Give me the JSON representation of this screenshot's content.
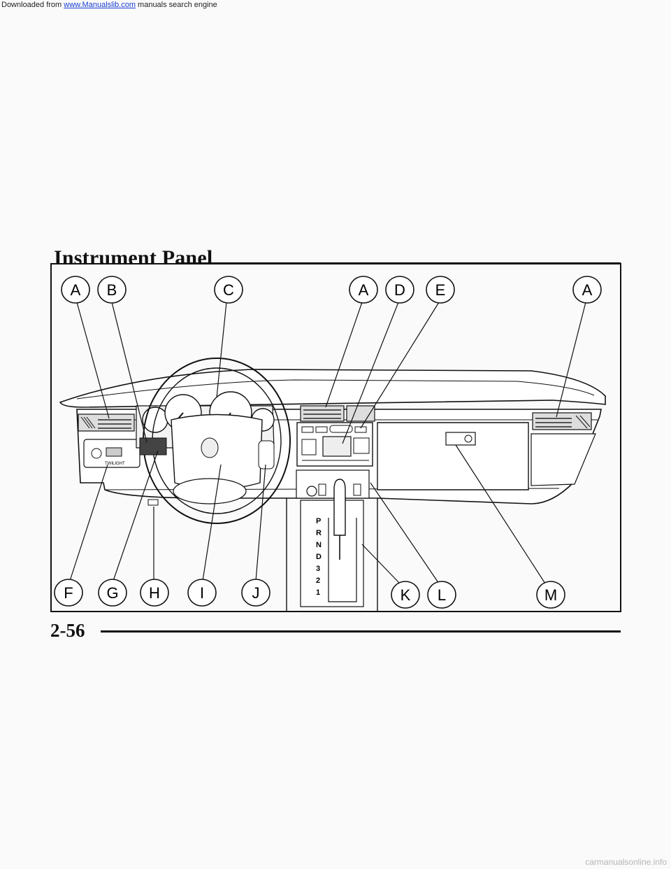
{
  "banner": {
    "prefix": "Downloaded from ",
    "link": "www.Manualslib.com",
    "suffix": " manuals search engine"
  },
  "title": "Instrument Panel",
  "page_number": "2-56",
  "watermark": "carmanualsonline.info",
  "callouts_top": [
    "A",
    "B",
    "C",
    "A",
    "D",
    "E",
    "A"
  ],
  "callouts_bottom": [
    "F",
    "G",
    "H",
    "I",
    "J",
    "K",
    "L",
    "M"
  ],
  "gear_positions": [
    "P",
    "R",
    "N",
    "D",
    "3",
    "2",
    "1"
  ],
  "switch_label": "TWILIGHT"
}
